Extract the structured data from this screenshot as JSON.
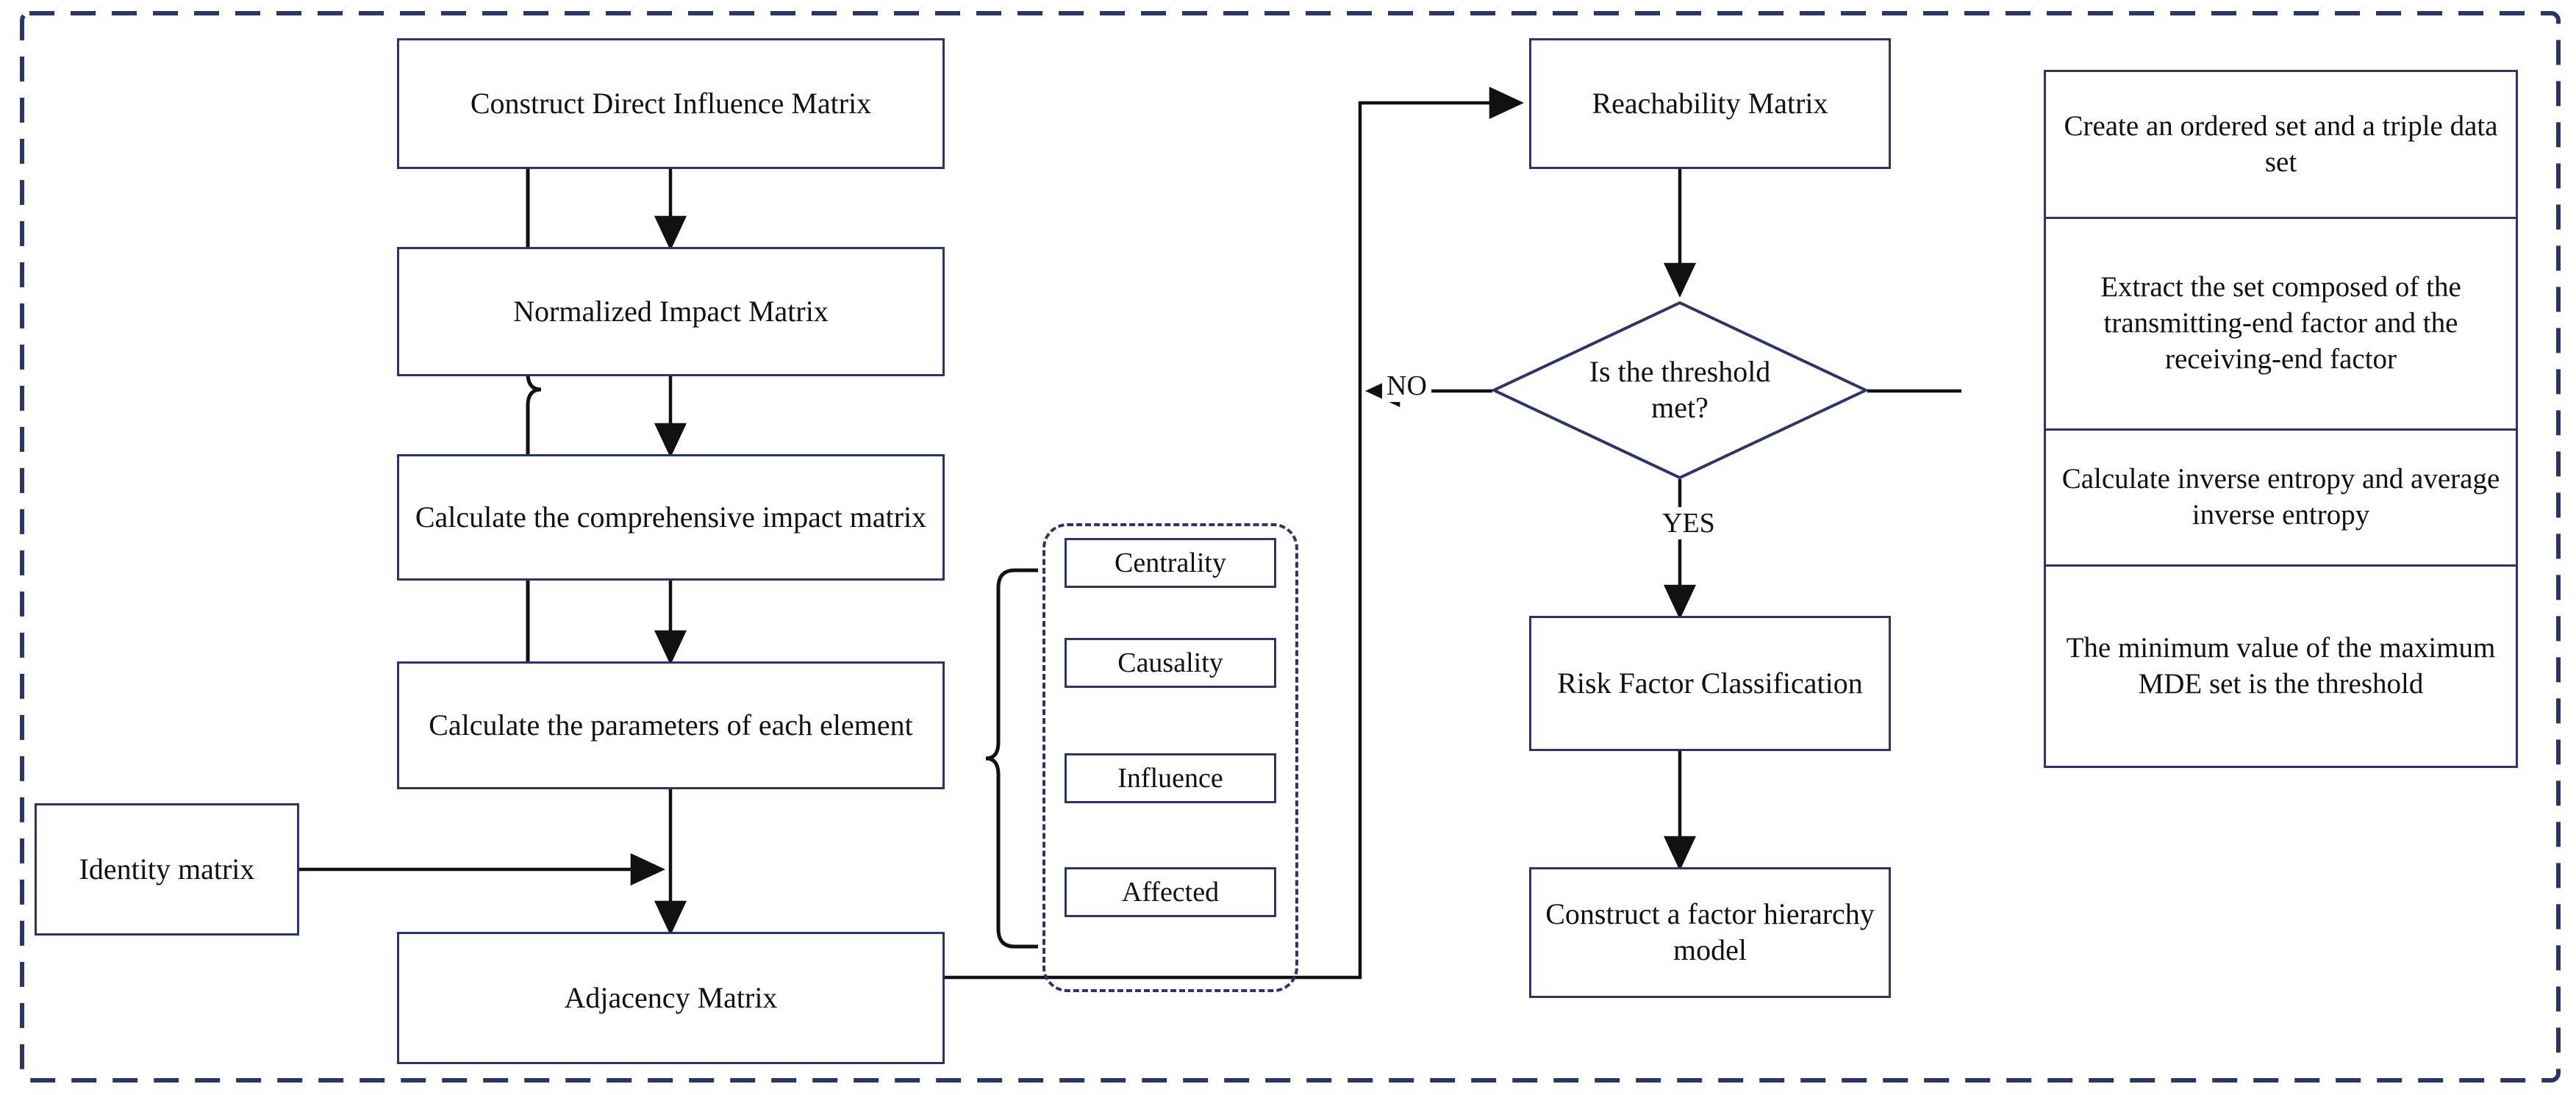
{
  "diagram": {
    "title": "Risk factor analysis flowchart (DEMATEL-ISM)",
    "colors": {
      "stroke": "#2c3567",
      "arrow": "#111111",
      "background": "#ffffff"
    },
    "left_column": [
      {
        "id": "construct-direct-influence-matrix",
        "label": "Construct Direct Influence Matrix"
      },
      {
        "id": "normalized-impact-matrix",
        "label": "Normalized Impact Matrix"
      },
      {
        "id": "calculate-comprehensive-impact-matrix",
        "label": "Calculate the comprehensive impact matrix"
      },
      {
        "id": "calculate-parameters-each-element",
        "label": "Calculate the parameters of each element"
      },
      {
        "id": "adjacency-matrix",
        "label": "Adjacency Matrix"
      }
    ],
    "identity_matrix": {
      "id": "identity-matrix",
      "label": "Identity matrix"
    },
    "parameters": [
      {
        "id": "centrality",
        "label": "Centrality"
      },
      {
        "id": "causality",
        "label": "Causality"
      },
      {
        "id": "influence",
        "label": "Influence"
      },
      {
        "id": "affected",
        "label": "Affected"
      }
    ],
    "middle_column": [
      {
        "id": "reachability-matrix",
        "label": "Reachability Matrix"
      },
      {
        "id": "threshold-decision",
        "label": "Is the threshold met?"
      },
      {
        "id": "risk-factor-classification",
        "label": "Risk Factor Classification"
      },
      {
        "id": "construct-factor-hierarchy-model",
        "label": "Construct a factor hierarchy model"
      }
    ],
    "edge_labels": {
      "no": "NO",
      "yes": "YES"
    },
    "right_panel": [
      {
        "id": "create-ordered-set",
        "label": "Create an ordered set and a triple data set"
      },
      {
        "id": "extract-set-composed",
        "label": "Extract the set composed of the transmitting-end factor and the receiving-end factor"
      },
      {
        "id": "calculate-inverse-entropy",
        "label": "Calculate inverse entropy and average inverse entropy"
      },
      {
        "id": "minimum-value-mde",
        "label": "The minimum value of the maximum MDE set is the threshold"
      }
    ]
  }
}
